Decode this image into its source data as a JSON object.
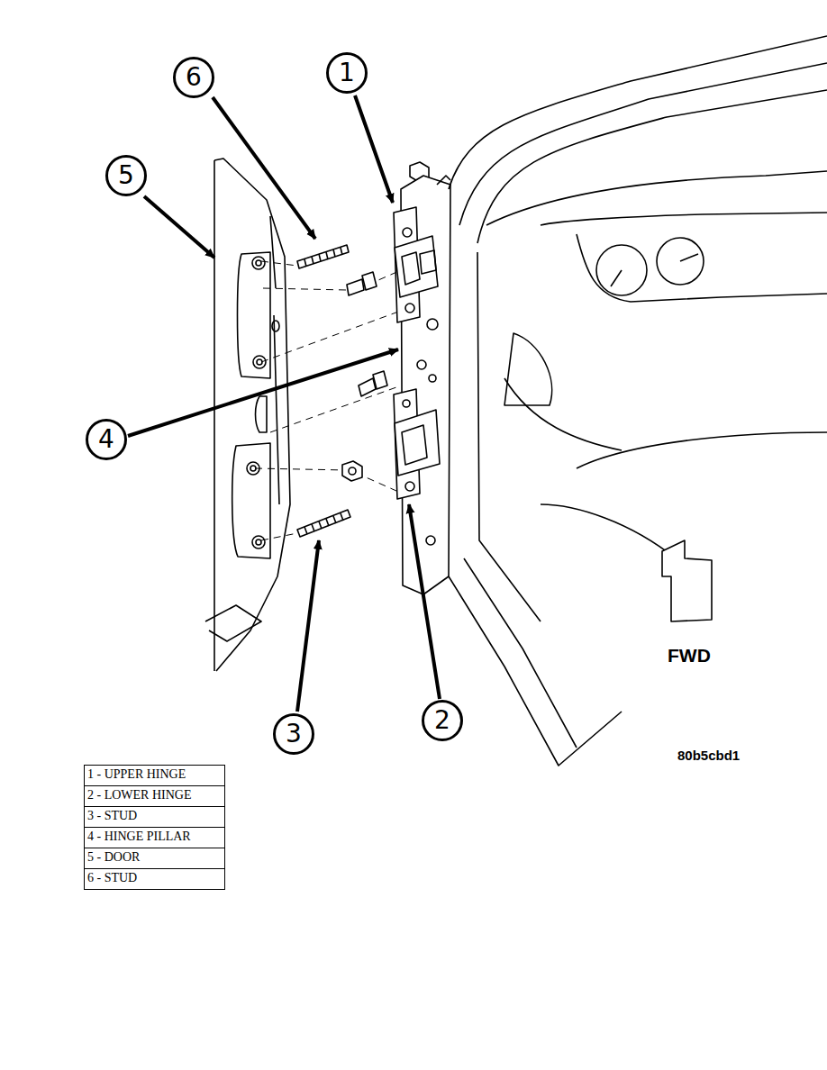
{
  "diagram": {
    "nodes": [
      {
        "text": [
          "6"
        ]
      },
      {
        "text": [
          "1"
        ]
      },
      {
        "text": [
          "5"
        ]
      },
      {
        "text": [
          "4"
        ]
      },
      {
        "text": [
          "3"
        ]
      },
      {
        "text": [
          "2"
        ]
      }
    ],
    "labels": [
      "FWD",
      "80b5cbd1",
      "1 - UPPER HINGE",
      "2 - LOWER HINGE",
      "3 - STUD",
      "4 - HINGE PILLAR",
      "5 - DOOR",
      "6 - STUD"
    ]
  }
}
